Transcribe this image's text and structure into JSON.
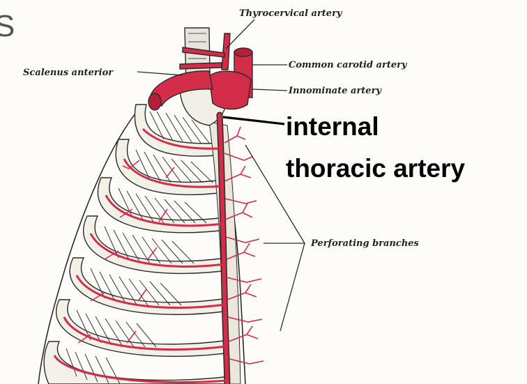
{
  "corner_glyph": "S",
  "labels": {
    "thyrocervical": "Thyrocervical artery",
    "common_carotid": "Common carotid artery",
    "innominate": "Innominate artery",
    "scalenus": "Scalenus anterior",
    "perforating": "Perforating branches"
  },
  "callout": {
    "line1": "internal",
    "line2": "thoracic artery"
  },
  "colors": {
    "artery": "#d42d4a",
    "ink": "#2a2a2a",
    "paper": "#fdfcf8"
  }
}
